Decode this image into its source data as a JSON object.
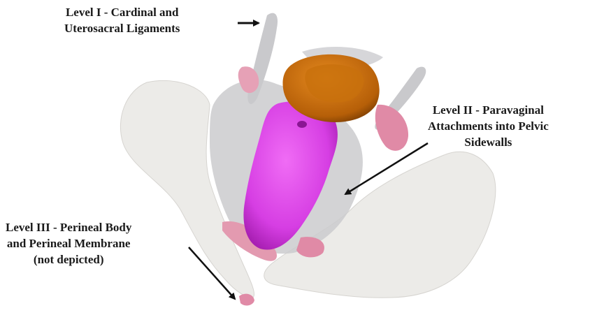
{
  "labels": {
    "level1": {
      "line1": "Level I - Cardinal and",
      "line2": "Uterosacral Ligaments"
    },
    "level2": {
      "line1": "Level II - Paravaginal",
      "line2": "Attachments into Pelvic",
      "line3": "Sidewalls"
    },
    "level3": {
      "line1": "Level III - Perineal Body",
      "line2": "and Perineal Membrane",
      "line3": "(not depicted)"
    }
  },
  "colors": {
    "bone": "#ecebe8",
    "ligament_gray": "#c9c9cc",
    "vagina_magenta": "#d63ee3",
    "uterus_orange": "#c76a0a",
    "tissue_pink": "#e08aa6",
    "arrow": "#111111"
  }
}
